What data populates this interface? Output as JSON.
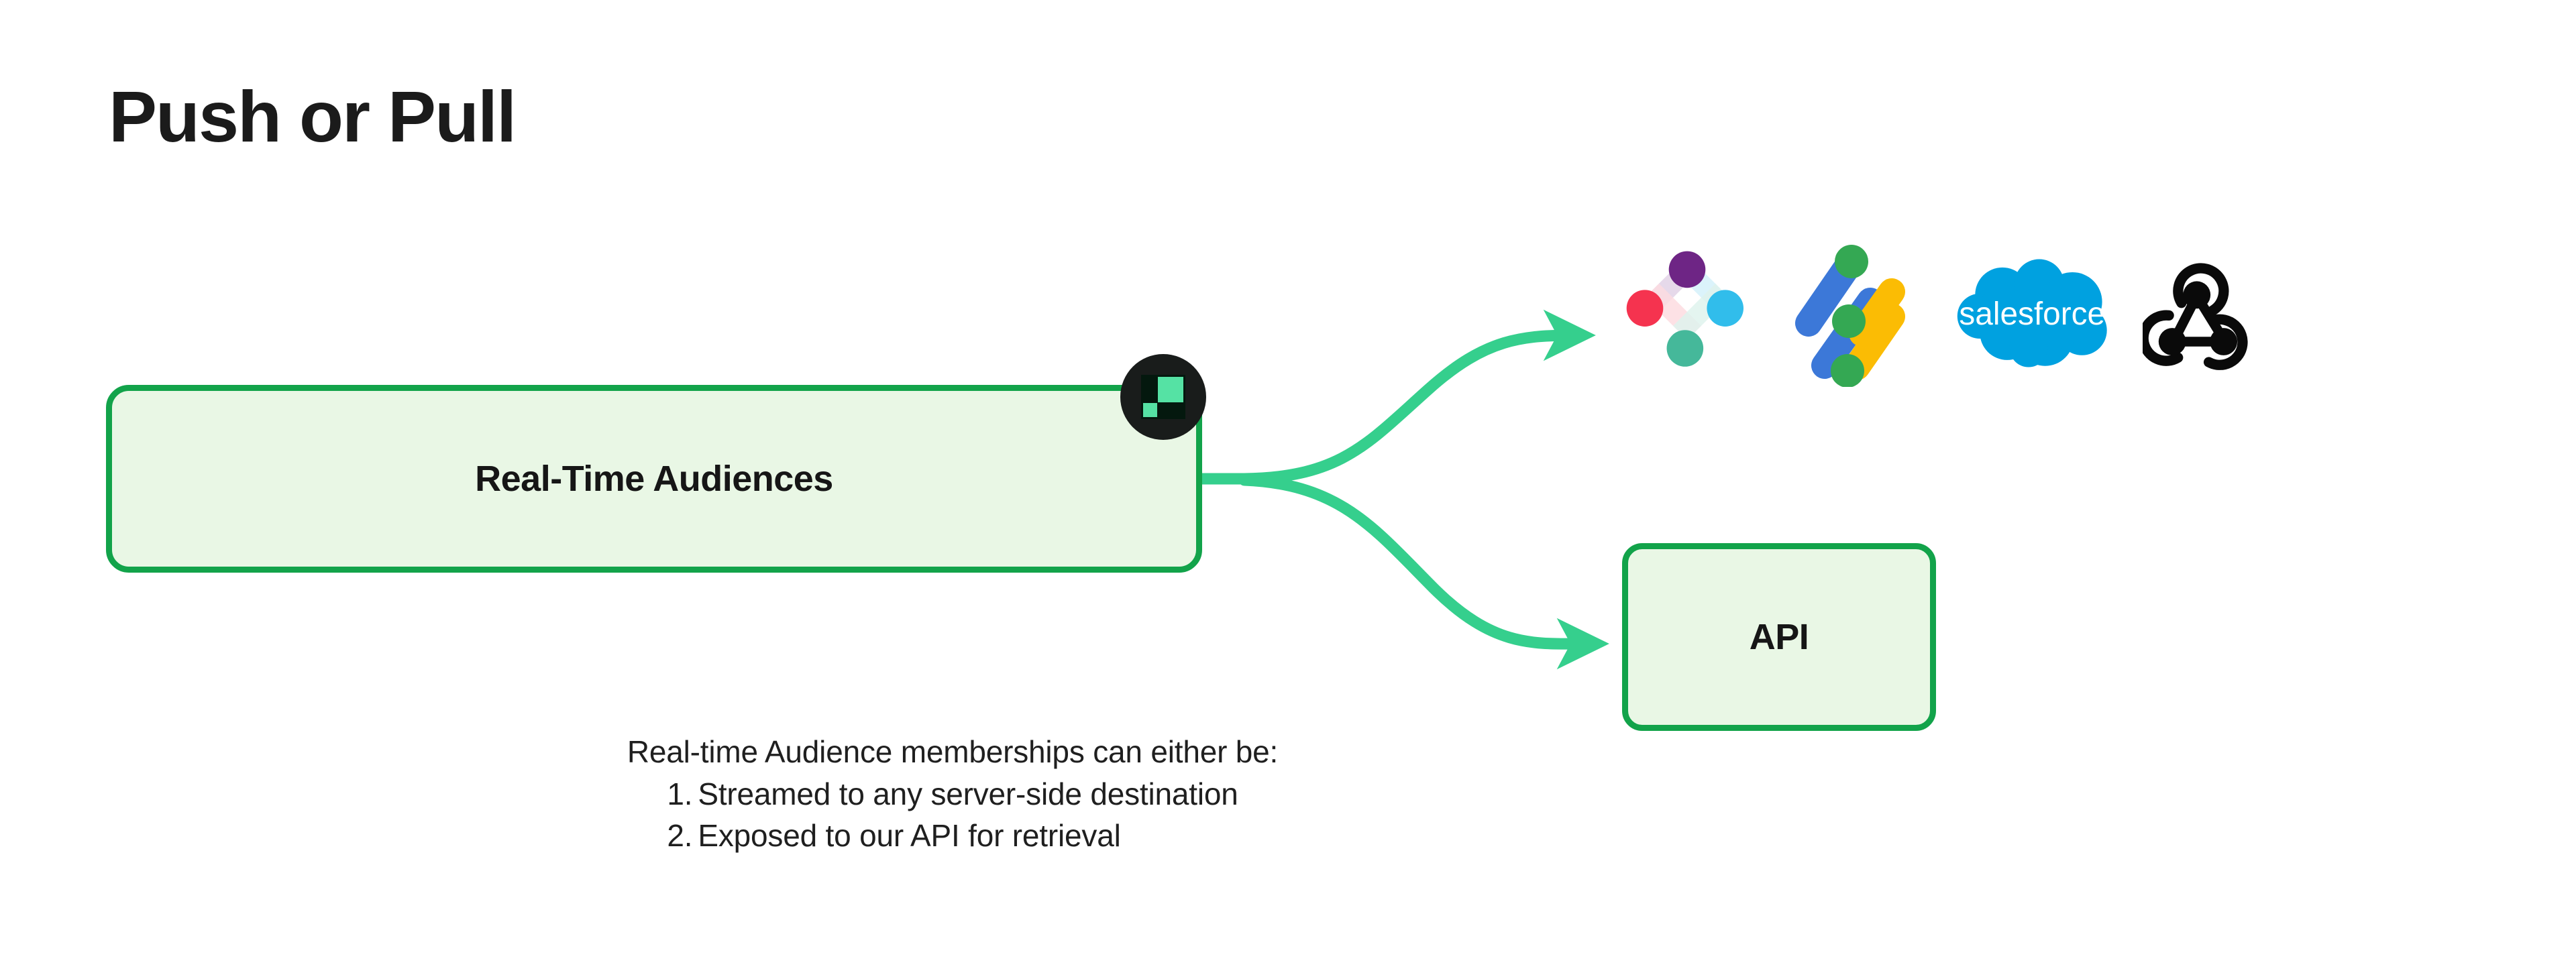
{
  "slide": {
    "title": "Push or Pull",
    "background_color": "#ffffff"
  },
  "colors": {
    "box_fill": "#e9f7e5",
    "box_border": "#12a34a",
    "arrow": "#35cf8d",
    "badge_bg": "#191c1b",
    "badge_mark": "#55e2a4",
    "text": "#1b1b1b",
    "salesforce_blue": "#00a1e0",
    "braze_purple": "#6e2585",
    "braze_red": "#f5334f",
    "braze_cyan": "#31bdeb",
    "braze_teal": "#45b89a",
    "googleads_blue": "#3c78d8",
    "googleads_yellow": "#fbbc04",
    "googleads_green": "#34a853",
    "webhook_black": "#0a0a0a"
  },
  "flow": {
    "source_box": {
      "label": "Real-Time Audiences",
      "badge_icon": "hightouch-logo-icon"
    },
    "api_box": {
      "label": "API"
    },
    "arrows": [
      {
        "name": "arrow-to-destinations",
        "from": "Real-Time Audiences",
        "to": "destination logos"
      },
      {
        "name": "arrow-to-api",
        "from": "Real-Time Audiences",
        "to": "API"
      }
    ]
  },
  "destinations": [
    {
      "name": "Braze",
      "icon": "braze-logo-icon"
    },
    {
      "name": "Google Ads",
      "icon": "google-ads-logo-icon"
    },
    {
      "name": "Salesforce",
      "icon": "salesforce-logo-icon",
      "wordmark": "salesforce"
    },
    {
      "name": "Webhook",
      "icon": "webhook-logo-icon"
    }
  ],
  "caption": {
    "intro": "Real-time Audience memberships can either be:",
    "items": [
      {
        "number": "1.",
        "text": "Streamed to any server-side destination"
      },
      {
        "number": "2.",
        "text": "Exposed to our API for retrieval"
      }
    ]
  }
}
